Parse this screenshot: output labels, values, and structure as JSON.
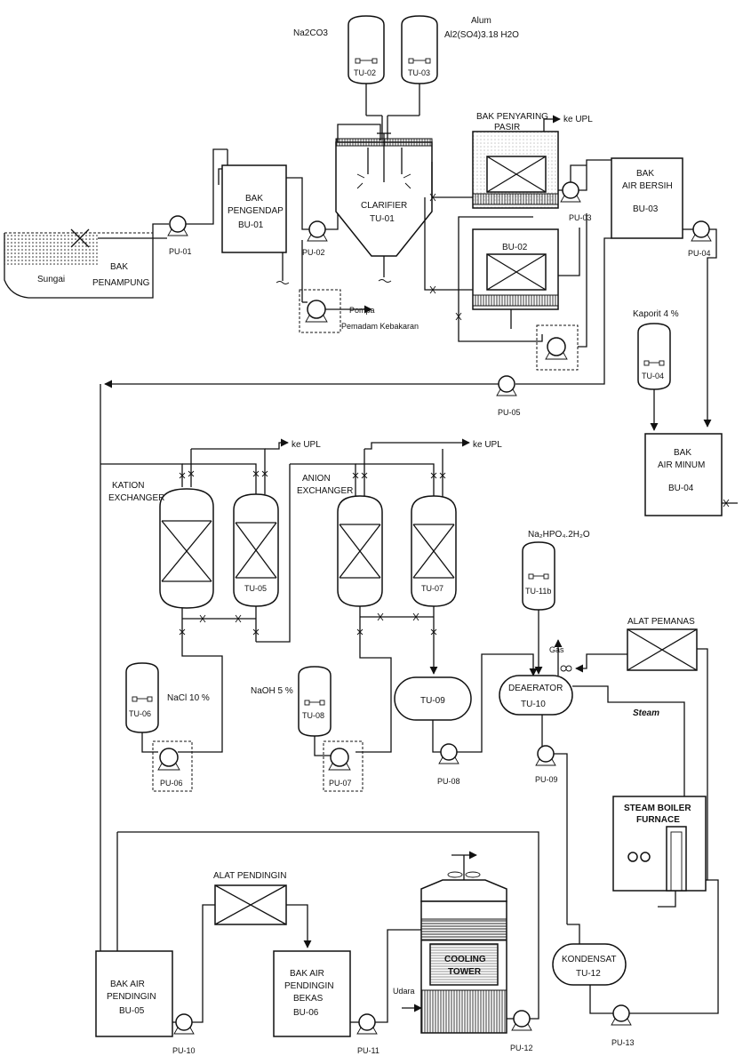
{
  "labels": {
    "sungai": "Sungai",
    "bak_penampung_1": "BAK",
    "bak_penampung_2": "PENAMPUNG",
    "pu01": "PU-01",
    "bak_pengendap_1": "BAK",
    "bak_pengendap_2": "PENGENDAP",
    "bak_pengendap_3": "BU-01",
    "pu02": "PU-02",
    "na2co3": "Na2CO3",
    "tu02": "TU-02",
    "alum_1": "Alum",
    "alum_2": "Al2(SO4)3.18 H2O",
    "tu03": "TU-03",
    "clarifier_1": "CLARIFIER",
    "clarifier_2": "TU-01",
    "pompa_1": "Pompa",
    "pompa_2": "Pemadam Kebakaran",
    "bak_penyaring_1": "BAK PENYARING",
    "bak_penyaring_2": "PASIR",
    "ke_upl_1": "ke UPL",
    "bu02": "BU-02",
    "pu03": "PU-03",
    "bak_air_bersih_1": "BAK",
    "bak_air_bersih_2": "AIR BERSIH",
    "bak_air_bersih_3": "BU-03",
    "pu04": "PU-04",
    "kaporit": "Kaporit 4 %",
    "tu04": "TU-04",
    "pu05": "PU-05",
    "bak_air_minum_1": "BAK",
    "bak_air_minum_2": "AIR MINUM",
    "bak_air_minum_3": "BU-04",
    "ke_upl_2": "ke UPL",
    "ke_upl_3": "ke UPL",
    "kation_1": "KATION",
    "kation_2": "EXCHANGER",
    "tu05": "TU-05",
    "anion_1": "ANION",
    "anion_2": "EXCHANGER",
    "tu07": "TU-07",
    "nahpo4": "Na₂HPO₄.2H₂O",
    "tu11b": "TU-11b",
    "gas": "Gas",
    "alat_pemanas": "ALAT PEMANAS",
    "tu06": "TU-06",
    "nacl": "NaCl 10 %",
    "pu06": "PU-06",
    "naoh": "NaOH 5 %",
    "tu08": "TU-08",
    "pu07": "PU-07",
    "tu09": "TU-09",
    "pu08": "PU-08",
    "deaerator_1": "DEAERATOR",
    "deaerator_2": "TU-10",
    "steam": "Steam",
    "pu09": "PU-09",
    "boiler_1": "STEAM BOILER",
    "boiler_2": "FURNACE",
    "alat_pendingin": "ALAT PENDINGIN",
    "bak_air_pendingin_1": "BAK AIR",
    "bak_air_pendingin_2": "PENDINGIN",
    "bak_air_pendingin_3": "BU-05",
    "pu10": "PU-10",
    "bak_bekas_1": "BAK AIR",
    "bak_bekas_2": "PENDINGIN",
    "bak_bekas_3": "BEKAS",
    "bak_bekas_4": "BU-06",
    "pu11": "PU-11",
    "udara": "Udara",
    "cooling_1": "COOLING",
    "cooling_2": "TOWER",
    "pu12": "PU-12",
    "kondensat_1": "KONDENSAT",
    "kondensat_2": "TU-12",
    "pu13": "PU-13"
  }
}
